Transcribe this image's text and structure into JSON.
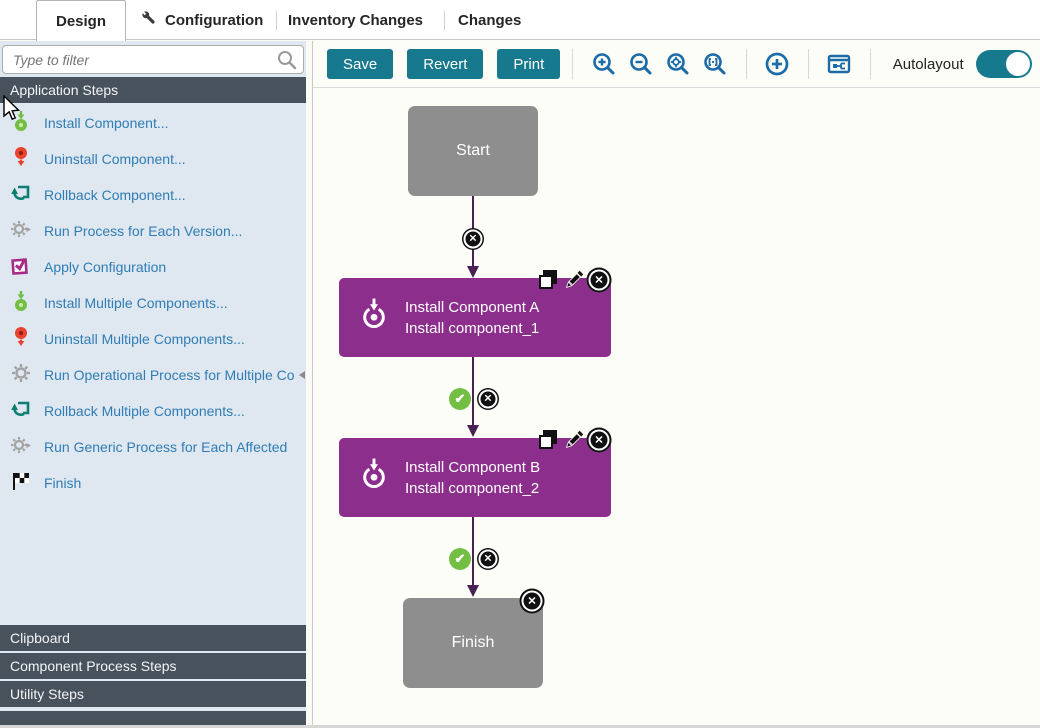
{
  "tabs": {
    "design": "Design",
    "configuration": "Configuration",
    "inventory_changes": "Inventory Changes",
    "changes": "Changes"
  },
  "sidebar": {
    "filter_placeholder": "Type to filter",
    "section_title": "Application Steps",
    "items": [
      {
        "label": "Install Component...",
        "icon": "install"
      },
      {
        "label": "Uninstall Component...",
        "icon": "uninstall"
      },
      {
        "label": "Rollback Component...",
        "icon": "rollback"
      },
      {
        "label": "Run Process for Each Version...",
        "icon": "gear-play"
      },
      {
        "label": "Apply Configuration",
        "icon": "config-check"
      },
      {
        "label": "Install Multiple Components...",
        "icon": "install"
      },
      {
        "label": "Uninstall Multiple Components...",
        "icon": "uninstall"
      },
      {
        "label": "Run Operational Process for Multiple Co",
        "icon": "gear"
      },
      {
        "label": "Rollback Multiple Components...",
        "icon": "rollback"
      },
      {
        "label": "Run Generic Process for Each Affected",
        "icon": "gear-play"
      },
      {
        "label": "Finish",
        "icon": "finish-flag"
      }
    ],
    "bottom_sections": [
      "Clipboard",
      "Component Process Steps",
      "Utility Steps"
    ]
  },
  "toolbar": {
    "save": "Save",
    "revert": "Revert",
    "print": "Print",
    "autolayout_label": "Autolayout",
    "autolayout_on": true,
    "icon_names": [
      "zoom-in",
      "zoom-out",
      "zoom-fit",
      "zoom-actual",
      "add-step",
      "properties-panel"
    ]
  },
  "canvas": {
    "nodes": {
      "start": {
        "label": "Start"
      },
      "step_a": {
        "title": "Install Component A",
        "subtitle": "Install component_1"
      },
      "step_b": {
        "title": "Install Component B",
        "subtitle": "Install component_2"
      },
      "finish": {
        "label": "Finish"
      }
    },
    "glyphs": {
      "x": "✕",
      "check": "✔"
    }
  },
  "colors": {
    "accent_teal": "#17798d",
    "node_purple": "#8c2e8c",
    "node_gray": "#8e8e8e",
    "edge_purple": "#4b2154",
    "success_green": "#72bf44",
    "link_blue": "#2f7db5",
    "header_dark": "#47525d",
    "icon_blue": "#1b6ba8"
  }
}
